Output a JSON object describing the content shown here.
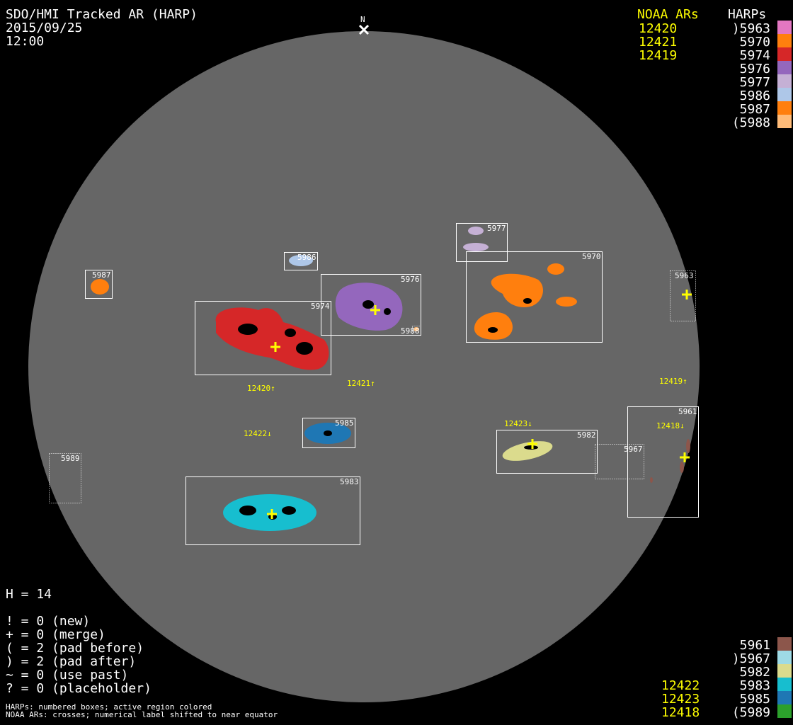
{
  "header": {
    "title": "SDO/HMI Tracked AR (HARP)",
    "date": "2015/09/25",
    "time": "12:00",
    "north_label": "N"
  },
  "legend_top": {
    "noaa_heading": "NOAA ARs",
    "harp_heading": "HARPs",
    "noaa": [
      "12420",
      "12421",
      "12419"
    ],
    "harps": [
      {
        "label": ")5963",
        "color": "#e377c2"
      },
      {
        "label": "5970",
        "color": "#ff7f0e"
      },
      {
        "label": "5974",
        "color": "#d62728"
      },
      {
        "label": "5976",
        "color": "#9467bd"
      },
      {
        "label": "5977",
        "color": "#c5b0d5"
      },
      {
        "label": "5986",
        "color": "#aec7e8"
      },
      {
        "label": "5987",
        "color": "#ff7f0e"
      },
      {
        "label": "(5988",
        "color": "#ffbb78"
      }
    ]
  },
  "legend_bottom": {
    "noaa": [
      "12422",
      "12423",
      "12418"
    ],
    "harps": [
      {
        "label": "5961",
        "color": "#8c564b"
      },
      {
        "label": ")5967",
        "color": "#9edae5"
      },
      {
        "label": "5982",
        "color": "#dbdb8d"
      },
      {
        "label": "5983",
        "color": "#17becf"
      },
      {
        "label": "5985",
        "color": "#1f77b4"
      },
      {
        "label": "(5989",
        "color": "#2ca02c"
      }
    ]
  },
  "stats": {
    "h": "H = 14",
    "lines": [
      "! = 0 (new)",
      "+ = 0 (merge)",
      "( = 2 (pad before)",
      ") = 2 (pad after)",
      "~ = 0 (use past)",
      "? = 0 (placeholder)"
    ]
  },
  "footer": [
    "HARPs: numbered boxes; active region colored",
    "NOAA ARs: crosses; numerical label shifted to near equator"
  ],
  "disk": {
    "color": "#666666"
  },
  "harp_boxes": {
    "h5987": "5987",
    "h5986": "5986",
    "h5974": "5974",
    "h5976": "5976",
    "h5988": "5988",
    "h5977": "5977",
    "h5970": "5970",
    "h5963": "5963",
    "h5985": "5985",
    "h5983": "5983",
    "h5982": "5982",
    "h5967": "5967",
    "h5961": "5961",
    "h5989": "5989"
  },
  "noaa_labels": {
    "n12420": "12420↑",
    "n12421": "12421↑",
    "n12419": "12419↑",
    "n12422": "12422↓",
    "n12423": "12423↓",
    "n12418": "12418↓"
  }
}
